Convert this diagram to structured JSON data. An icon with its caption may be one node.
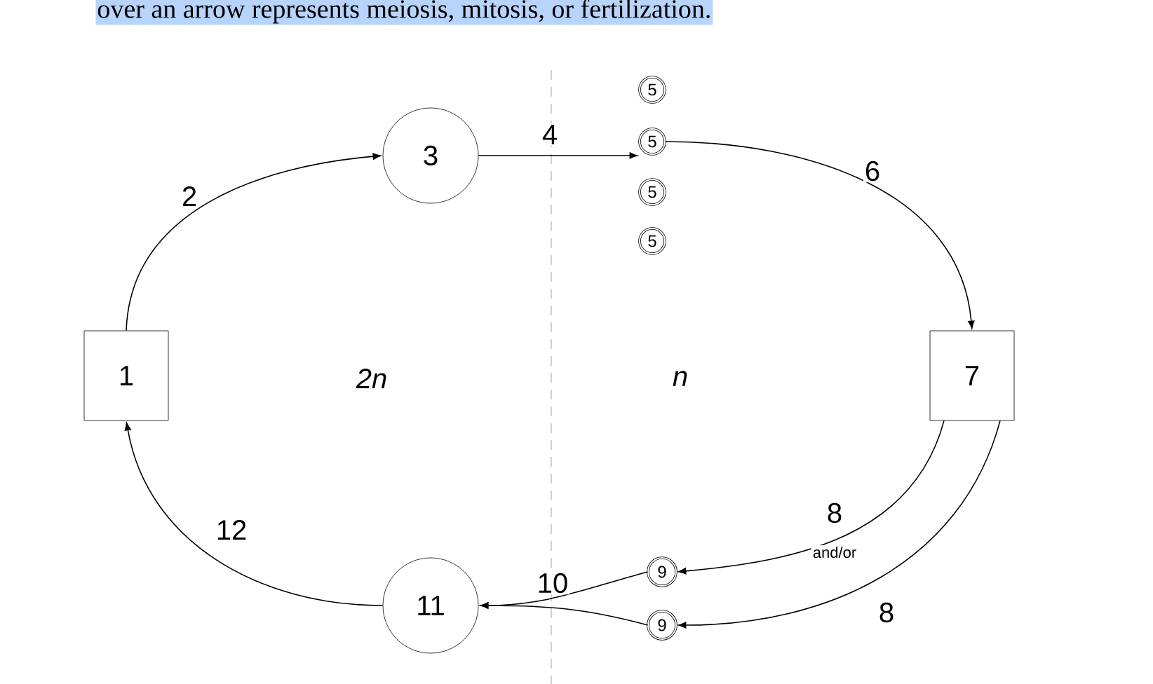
{
  "diagram": {
    "caption": "over an arrow represents meiosis, mitosis, or fertilization.",
    "nodes": [
      {
        "text": [
          "1"
        ]
      },
      {
        "text": [
          "3"
        ]
      },
      {
        "text": [
          "5"
        ]
      },
      {
        "text": [
          "5"
        ]
      },
      {
        "text": [
          "5"
        ]
      },
      {
        "text": [
          "5"
        ]
      },
      {
        "text": [
          "7"
        ]
      },
      {
        "text": [
          "9"
        ]
      },
      {
        "text": [
          "9"
        ]
      },
      {
        "text": [
          "11"
        ]
      }
    ],
    "edges": [
      {
        "from": 0,
        "to": 1,
        "arrow": "to",
        "label": "2"
      },
      {
        "from": 1,
        "to": 3,
        "arrow": "to",
        "label": "4"
      },
      {
        "from": 3,
        "to": 6,
        "arrow": "to",
        "label": "6"
      },
      {
        "from": 6,
        "to": 7,
        "arrow": "to",
        "label": "8"
      },
      {
        "from": 6,
        "to": 8,
        "arrow": "to",
        "label": "8"
      },
      {
        "from": 7,
        "to": 9,
        "arrow": "to",
        "label": "10"
      },
      {
        "from": 8,
        "to": 9,
        "arrow": "to"
      },
      {
        "from": 9,
        "to": 0,
        "arrow": "to",
        "label": "12"
      }
    ],
    "labels": [
      "2n",
      "n",
      "and/or"
    ]
  }
}
